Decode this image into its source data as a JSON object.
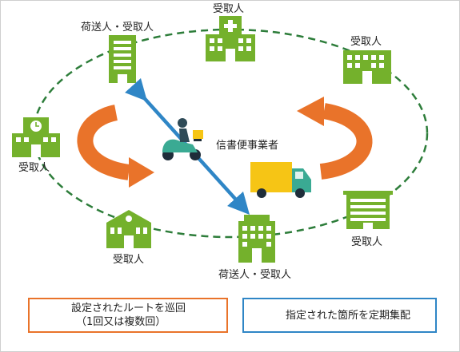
{
  "nodes": {
    "top_left": "荷送人・受取人",
    "top_center": "受取人",
    "top_right": "受取人",
    "left": "受取人",
    "right": "受取人",
    "bottom_left": "受取人",
    "bottom_center": "荷送人・受取人"
  },
  "center_label": "信書便事業者",
  "legend": {
    "route_line1": "設定されたルートを巡回",
    "route_line2": "（1回又は複数回）",
    "fixed_label": "指定された箇所を定期集配"
  },
  "colors": {
    "building": "#74b12c",
    "orange": "#e9732a",
    "blue": "#2f86c6",
    "loop": "#2d7d3a",
    "truck_cargo": "#f6c515",
    "truck_cab": "#3aaa93",
    "scooter": "#3aaa93"
  },
  "icons": [
    "office-building-icon",
    "hospital-icon",
    "clock-building-icon",
    "school-building-icon",
    "scooter-courier-icon",
    "delivery-truck-icon"
  ]
}
